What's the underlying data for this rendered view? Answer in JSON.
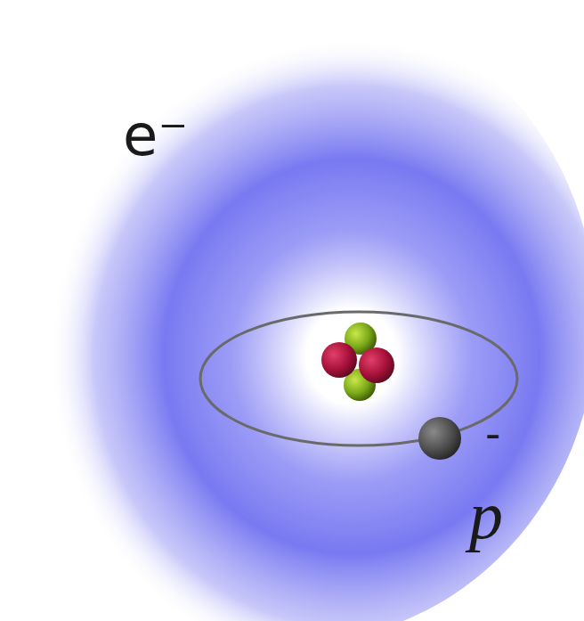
{
  "diagram": {
    "labels": [
      "e⁻",
      "-",
      "p"
    ]
  }
}
